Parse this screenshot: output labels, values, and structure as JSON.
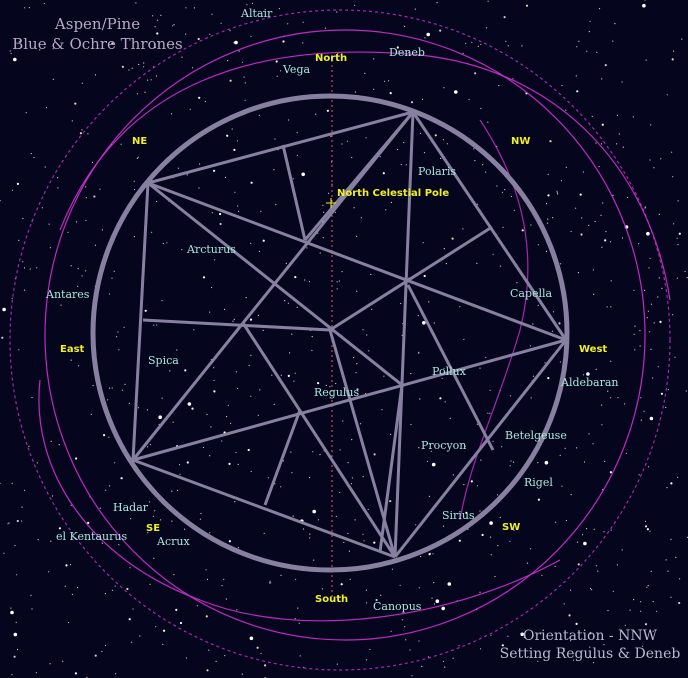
{
  "title": {
    "line1": "Aspen/Pine",
    "line2": "Blue & Ochre Thrones"
  },
  "footer": {
    "line1": "Orientation - NNW",
    "line2": "Setting Regulus & Deneb"
  },
  "compass": {
    "north": "North",
    "south": "South",
    "east": "East",
    "west": "West",
    "ne": "NE",
    "nw": "NW",
    "se": "SE",
    "sw": "SW",
    "ncp": "North Celestial Pole"
  },
  "stars": {
    "altair": "Altair",
    "deneb": "Deneb",
    "vega": "Vega",
    "polaris": "Polaris",
    "arcturus": "Arcturus",
    "antares": "Antares",
    "capella": "Capella",
    "spica": "Spica",
    "pollux": "Pollux",
    "aldebaran": "Aldebaran",
    "regulus": "Regulus",
    "procyon": "Procyon",
    "betelgeuse": "Betelgeuse",
    "rigel": "Rigel",
    "hadar": "Hadar",
    "sirius": "Sirius",
    "rigil": "el Kentaurus",
    "acrux": "Acrux",
    "canopus": "Canopus"
  },
  "colors": {
    "background": "#05051e",
    "constellation": "#d030d0",
    "grid": "#9088a8",
    "labels": "#a8e8d8",
    "compass": "#f0f020"
  }
}
